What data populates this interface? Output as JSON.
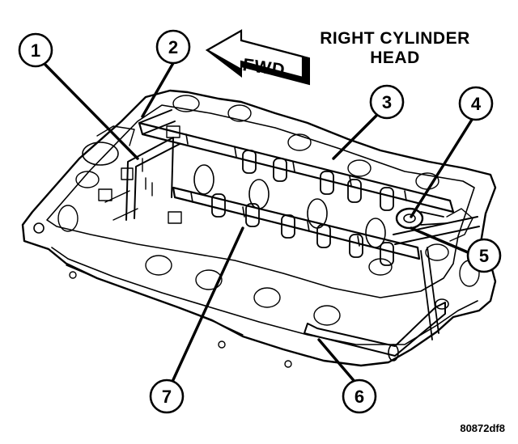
{
  "title_line1": "RIGHT CYLINDER",
  "title_line2": "HEAD",
  "direction_label": "FWD",
  "figure_id": "80872df8",
  "callouts": [
    "1",
    "2",
    "3",
    "4",
    "5",
    "6",
    "7"
  ],
  "colors": {
    "ink": "#000000",
    "paper": "#ffffff"
  }
}
